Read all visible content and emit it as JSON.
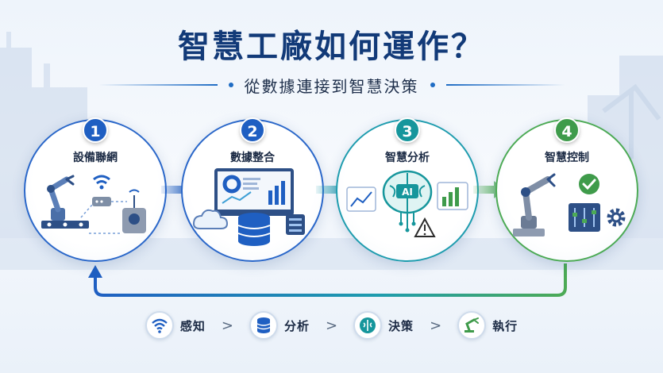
{
  "title": "智慧工廠如何運作？",
  "subtitle": "從數據連接到智慧決策",
  "stages": [
    {
      "number": "1",
      "label": "設備聯網"
    },
    {
      "number": "2",
      "label": "數據整合"
    },
    {
      "number": "3",
      "label": "智慧分析",
      "chip_text": "AI"
    },
    {
      "number": "4",
      "label": "智慧控制"
    }
  ],
  "cycle": [
    {
      "label": "感知",
      "icon": "wifi-icon"
    },
    {
      "label": "分析",
      "icon": "database-icon"
    },
    {
      "label": "決策",
      "icon": "brain-icon"
    },
    {
      "label": "執行",
      "icon": "robot-arm-icon"
    }
  ],
  "separator": ">",
  "colors": {
    "title": "#123a78",
    "blue": "#1f5fc2",
    "teal": "#16969c",
    "green": "#3f9b4b"
  }
}
